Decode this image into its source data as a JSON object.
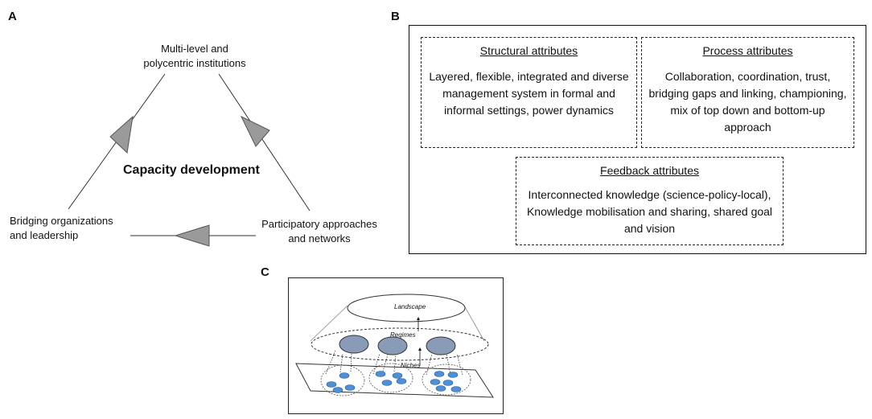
{
  "panel_a": {
    "letter": "A",
    "top_node": [
      "Multi-level  and",
      "polycentric institutions"
    ],
    "right_node": [
      "Participatory approaches",
      "and networks"
    ],
    "left_node": [
      "Bridging organizations",
      "and leadership"
    ],
    "center": "Capacity development"
  },
  "panel_b": {
    "letter": "B",
    "structural": {
      "title": "Structural attributes",
      "body": "Layered, flexible, integrated and diverse management system in formal and informal settings, power dynamics"
    },
    "process": {
      "title": "Process attributes",
      "body": "Collaboration, coordination, trust, bridging gaps and linking, championing, mix of top down and bottom-up approach"
    },
    "feedback": {
      "title": "Feedback attributes",
      "body": "Interconnected knowledge (science-policy-local), Knowledge mobilisation and sharing, shared goal and vision"
    }
  },
  "panel_c": {
    "letter": "C",
    "landscape": "Landscape",
    "regimes": "Regimes",
    "niches": "Niches"
  },
  "colors": {
    "arrow_fill": "#9a9a9a",
    "regime_fill": "#8a9bb8",
    "niche_fill": "#4f8fd6"
  }
}
